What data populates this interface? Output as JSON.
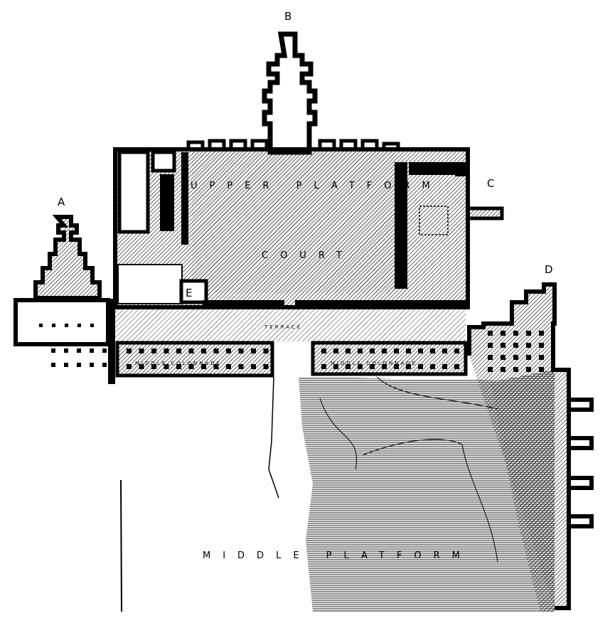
{
  "labels": {
    "a": "A",
    "b": "B",
    "c": "C",
    "d": "D",
    "e": "E",
    "upper_platform": "UPPER PLATFORM",
    "court": "COURT",
    "terrace": "TERRACE",
    "middle_colonnade_left": "MIDDLE COLONNADE",
    "middle_colonnade_right": "MIDDLE COLONNADE",
    "middle_platform": "MIDDLE PLATFORM"
  },
  "colors": {
    "ink": "#000000",
    "paper": "#ffffff"
  }
}
